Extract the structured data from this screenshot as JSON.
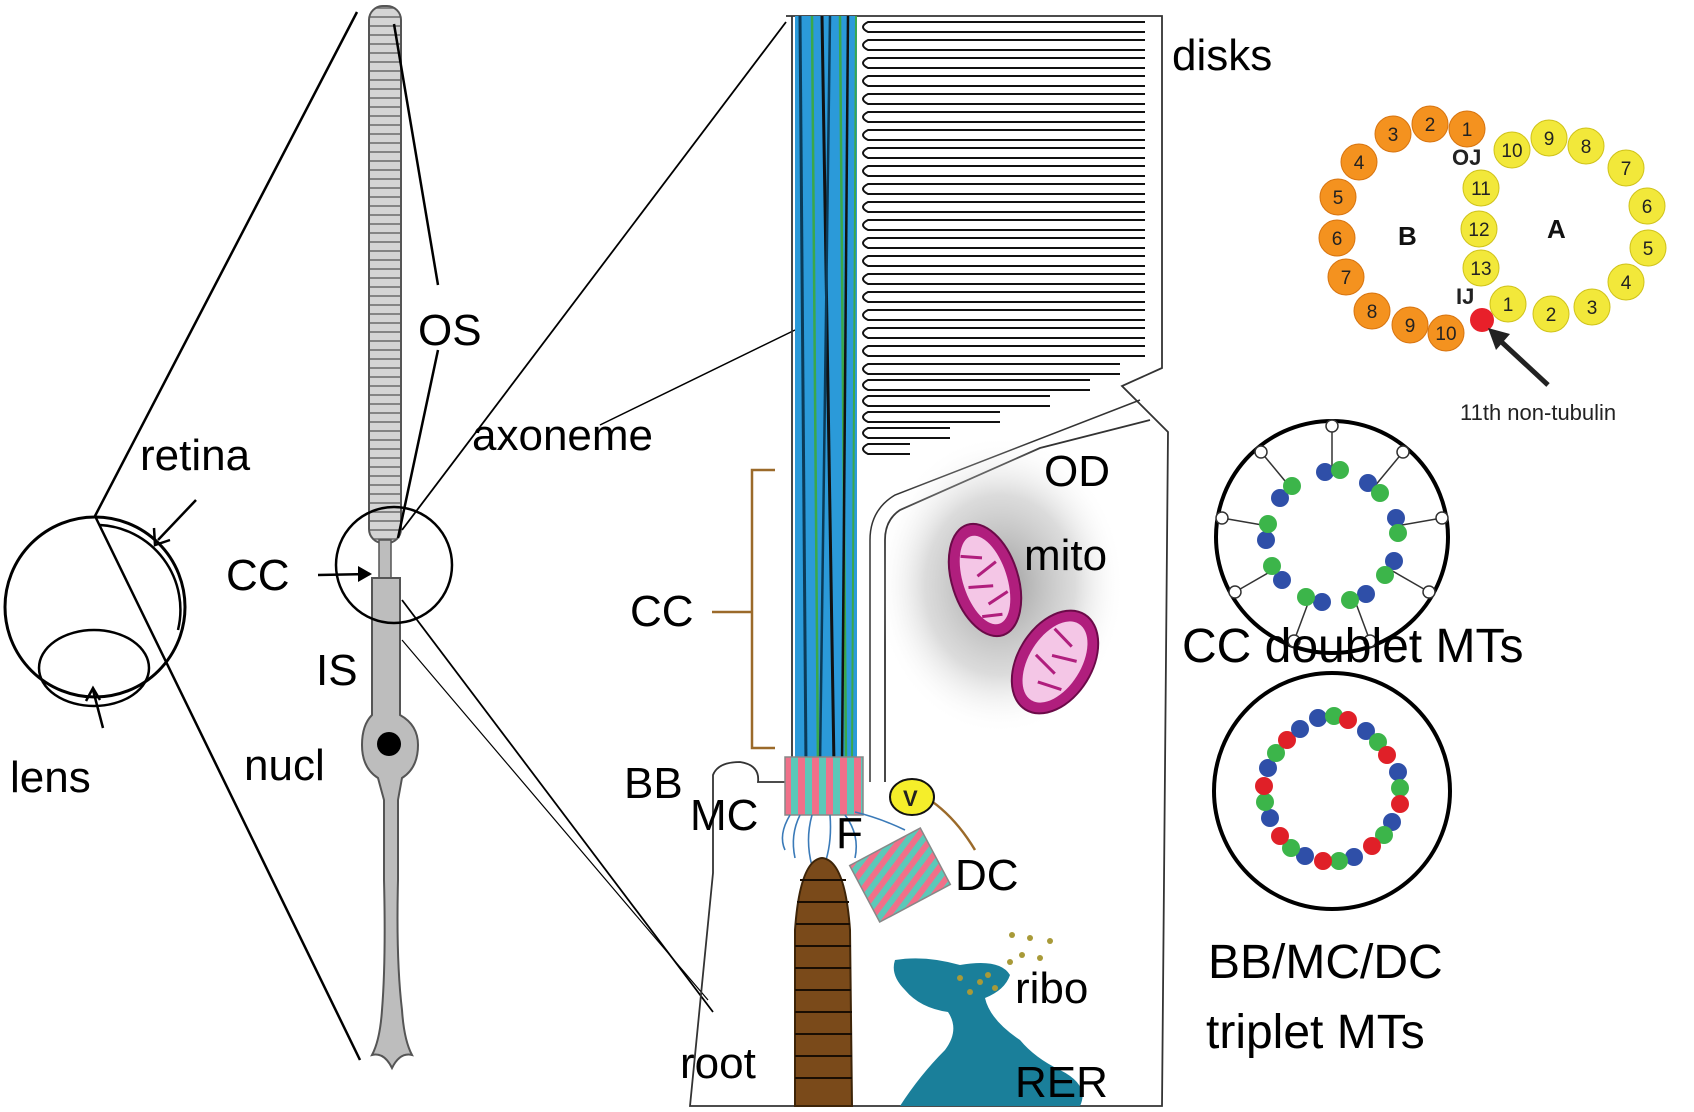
{
  "labels": {
    "os": "OS",
    "retina": "retina",
    "cc_left": "CC",
    "is": "IS",
    "nucl": "nucl",
    "lens": "lens",
    "axoneme": "axoneme",
    "disks": "disks",
    "od": "OD",
    "mito": "mito",
    "cc_mid": "CC",
    "bb": "BB",
    "mc": "MC",
    "v": "V",
    "f": "F",
    "dc": "DC",
    "ribo": "ribo",
    "rer": "RER",
    "root": "root"
  },
  "doublet_schematic": {
    "b_tubule_label": "B",
    "a_tubule_label": "A",
    "outer_junction": "OJ",
    "inner_junction": "IJ",
    "b_protofilaments": [
      "1",
      "2",
      "3",
      "4",
      "5",
      "6",
      "7",
      "8",
      "9",
      "10"
    ],
    "a_protofilaments": [
      "1",
      "2",
      "3",
      "4",
      "5",
      "6",
      "7",
      "8",
      "9",
      "10",
      "11",
      "12",
      "13"
    ],
    "annotation": "11th non-tubulin"
  },
  "cross_sections": {
    "doublet_caption": "CC doublet MTs",
    "triplet_caption_line1": "BB/MC/DC",
    "triplet_caption_line2": "triplet MTs"
  },
  "colors": {
    "b_tubule": "#f4921f",
    "a_tubule": "#f2e83a",
    "junction_dot": "#e8202a",
    "mt_blue": "#2b9ad9",
    "mt_green": "#3aa84a",
    "mito_magenta": "#b01e7d",
    "rer_teal": "#1a7f9a",
    "root_brown": "#7a4a1a",
    "cc_bracket": "#9b6a2a",
    "pink_stripe": "#f07089",
    "teal_stripe": "#5cc8b8",
    "cc_dot_blue": "#2f4fa8",
    "cc_dot_green": "#3cb54a",
    "bb_dot_red": "#e02028"
  }
}
